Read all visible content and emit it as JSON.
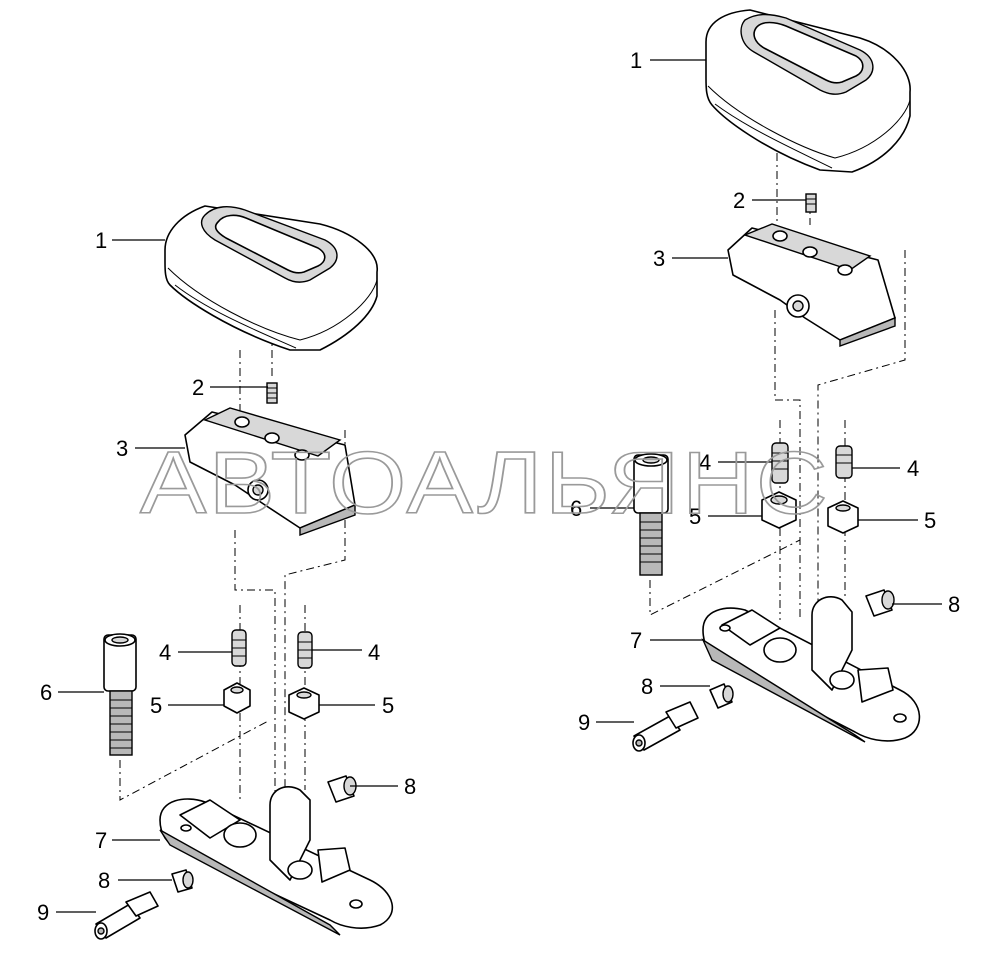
{
  "watermark": "АВТОАЛЬЯНС",
  "callouts": {
    "left": [
      "1",
      "2",
      "3",
      "4",
      "4",
      "5",
      "5",
      "6",
      "7",
      "8",
      "8",
      "9"
    ],
    "right": [
      "1",
      "2",
      "3",
      "4",
      "4",
      "5",
      "5",
      "6",
      "7",
      "8",
      "8",
      "9"
    ]
  }
}
